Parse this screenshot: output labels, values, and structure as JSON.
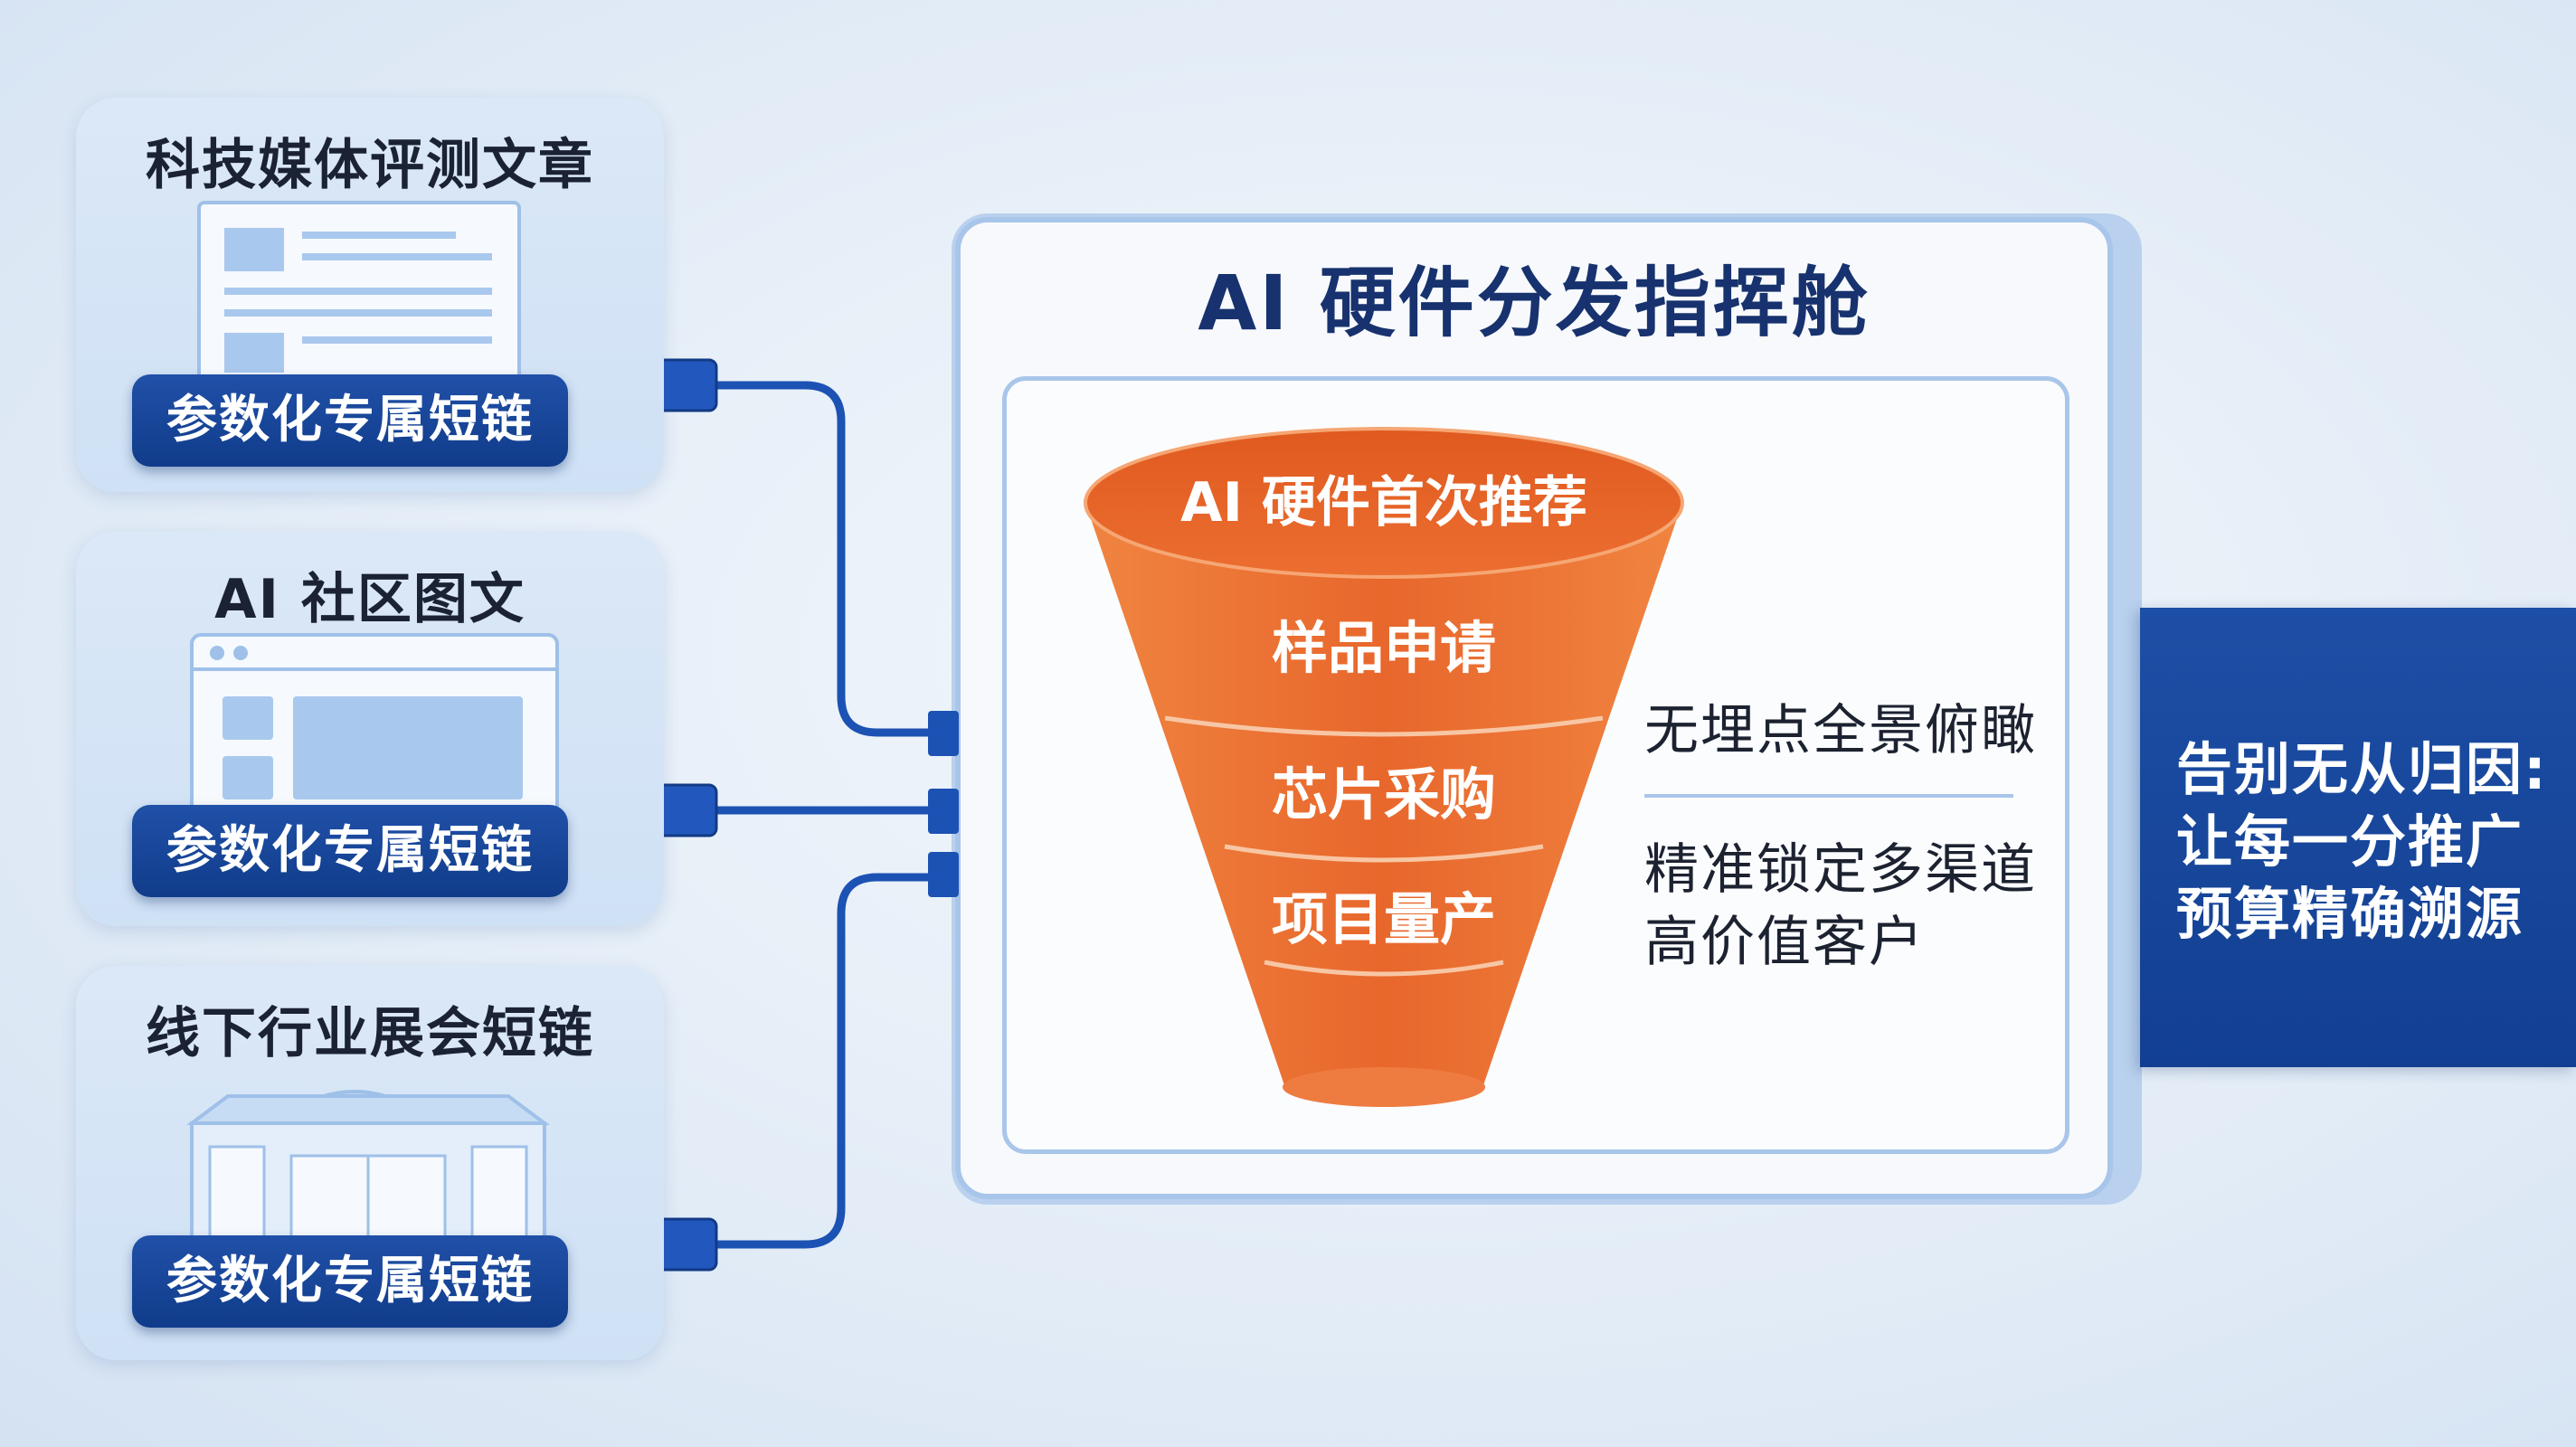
{
  "sources": [
    {
      "title": "科技媒体评测文章",
      "link_label": "参数化专属短链"
    },
    {
      "title": "AI 社区图文",
      "link_label": "参数化专属短链"
    },
    {
      "title": "线下行业展会短链",
      "link_label": "参数化专属短链"
    }
  ],
  "dashboard": {
    "title": "AI 硬件分发指挥舱"
  },
  "funnel": {
    "stages": [
      "AI 硬件首次推荐",
      "样品申请",
      "芯片采购",
      "项目量产"
    ]
  },
  "insights": {
    "first": "无埋点全景俯瞰",
    "second_line1": "精准锁定多渠道",
    "second_line2": "高价值客户"
  },
  "conclusion": {
    "line1": "告别无从归因:",
    "line2": "让每一分推广",
    "line3": "预算精确溯源"
  },
  "colors": {
    "primary_blue": "#1a4a9e",
    "funnel_orange": "#e8672c",
    "card_bg": "#d4e4f6"
  }
}
